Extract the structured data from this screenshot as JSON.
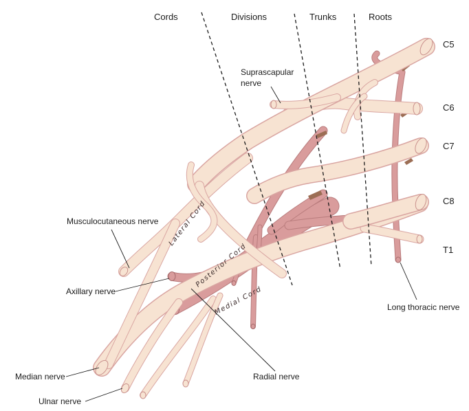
{
  "headers": {
    "cords": "Cords",
    "divisions": "Divisions",
    "trunks": "Trunks",
    "roots": "Roots"
  },
  "roots": {
    "c5": "C5",
    "c6": "C6",
    "c7": "C7",
    "c8": "C8",
    "t1": "T1"
  },
  "cord_labels": {
    "lateral": "Lateral Cord",
    "posterior": "Posterior Cord",
    "medial": "Medial Cord"
  },
  "nerve_labels": {
    "suprascapular_line1": "Suprascapular",
    "suprascapular_line2": "nerve",
    "musculocutaneous": "Musculocutaneous nerve",
    "axillary": "Axillary nerve",
    "median": "Median nerve",
    "ulnar": "Ulnar nerve",
    "radial": "Radial nerve",
    "long_thoracic": "Long thoracic nerve"
  },
  "colors": {
    "nerve_fill": "#f7e3d2",
    "nerve_outline": "#d9a5a1",
    "posterior_fill": "#d99c9c",
    "posterior_outline": "#b97c7d",
    "ink": "#1a1a1a"
  }
}
